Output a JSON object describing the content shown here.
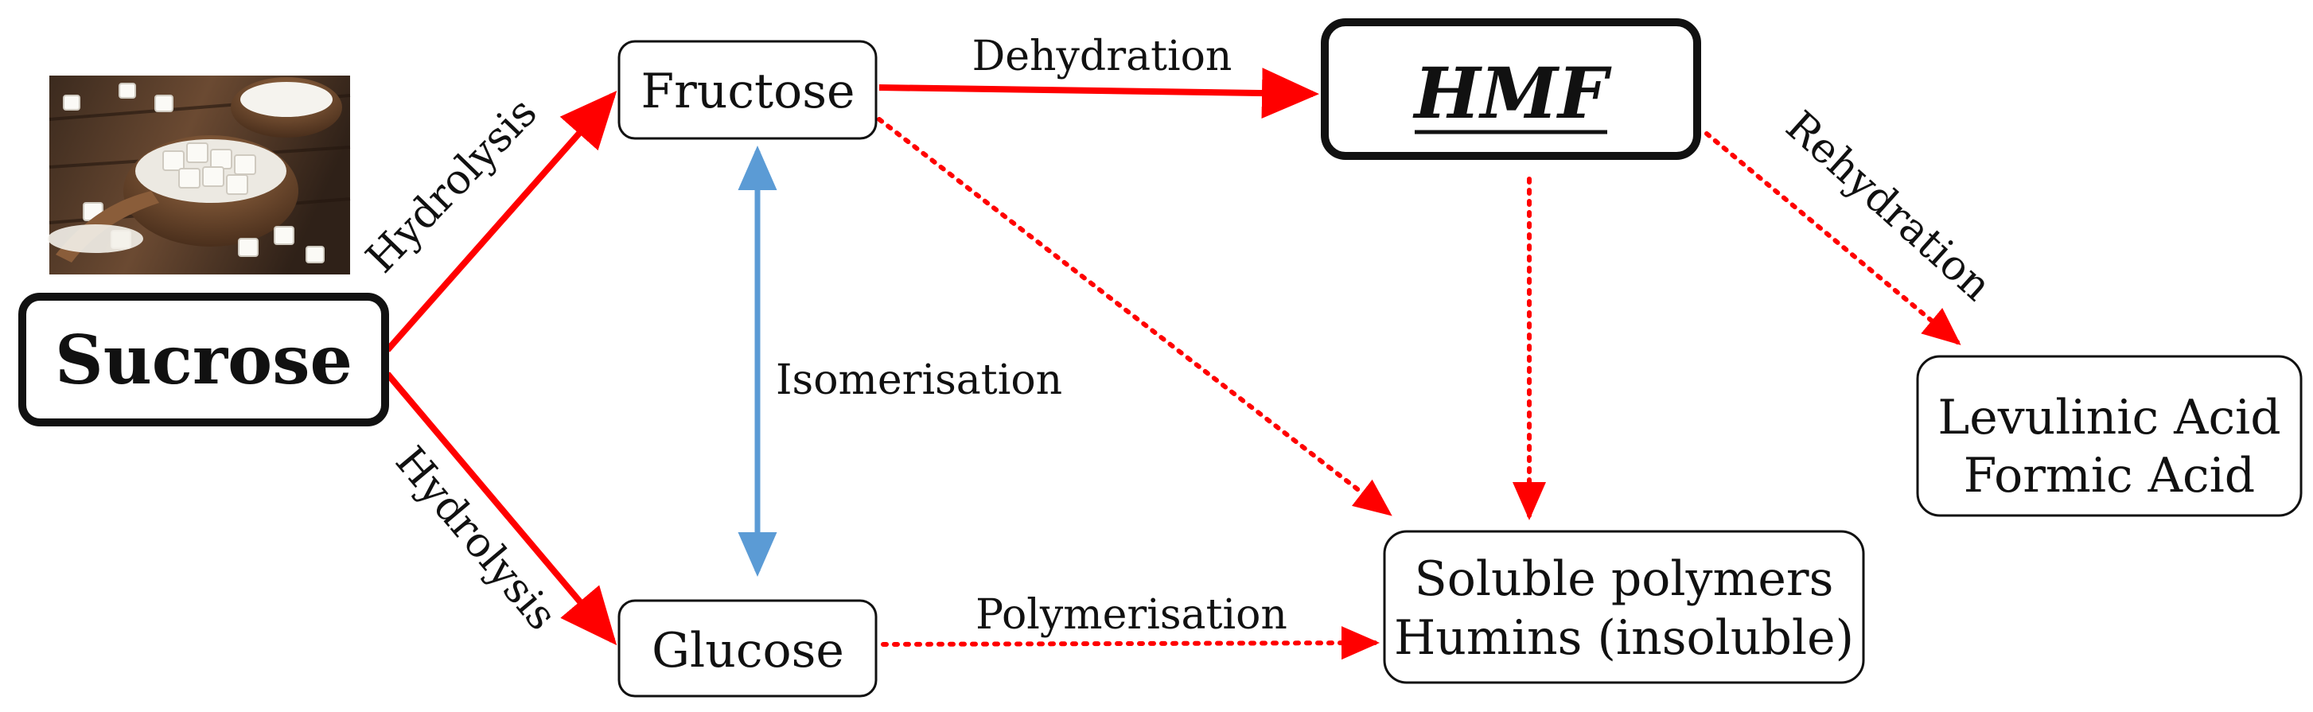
{
  "nodes": {
    "sucrose": {
      "label": "Sucrose"
    },
    "fructose": {
      "label": "Fructose"
    },
    "glucose": {
      "label": "Glucose"
    },
    "hmf": {
      "label": "HMF"
    },
    "polymers": {
      "line1": "Soluble polymers",
      "line2": "Humins (insoluble)"
    },
    "acids": {
      "line1": "Levulinic Acid",
      "line2": "Formic Acid"
    }
  },
  "edges": {
    "hydrolysis_upper": {
      "label": "Hydrolysis",
      "style": "solid",
      "color": "#ff0000"
    },
    "hydrolysis_lower": {
      "label": "Hydrolysis",
      "style": "solid",
      "color": "#ff0000"
    },
    "dehydration": {
      "label": "Dehydration",
      "style": "solid",
      "color": "#ff0000"
    },
    "rehydration": {
      "label": "Rehydration",
      "style": "dotted",
      "color": "#ff0000"
    },
    "isomerisation": {
      "label": "Isomerisation",
      "style": "solid",
      "color": "#5b9bd5"
    },
    "polymerisation": {
      "label": "Polymerisation",
      "style": "dotted",
      "color": "#ff0000"
    },
    "fructose_to_polymers": {
      "label": "",
      "style": "dotted",
      "color": "#ff0000"
    },
    "hmf_to_polymers": {
      "label": "",
      "style": "dotted",
      "color": "#ff0000"
    }
  },
  "image": {
    "subject": "sugar-cubes-photo"
  },
  "colors": {
    "reaction": "#ff0000",
    "isomerisation": "#5b9bd5",
    "box_stroke": "#111111"
  }
}
